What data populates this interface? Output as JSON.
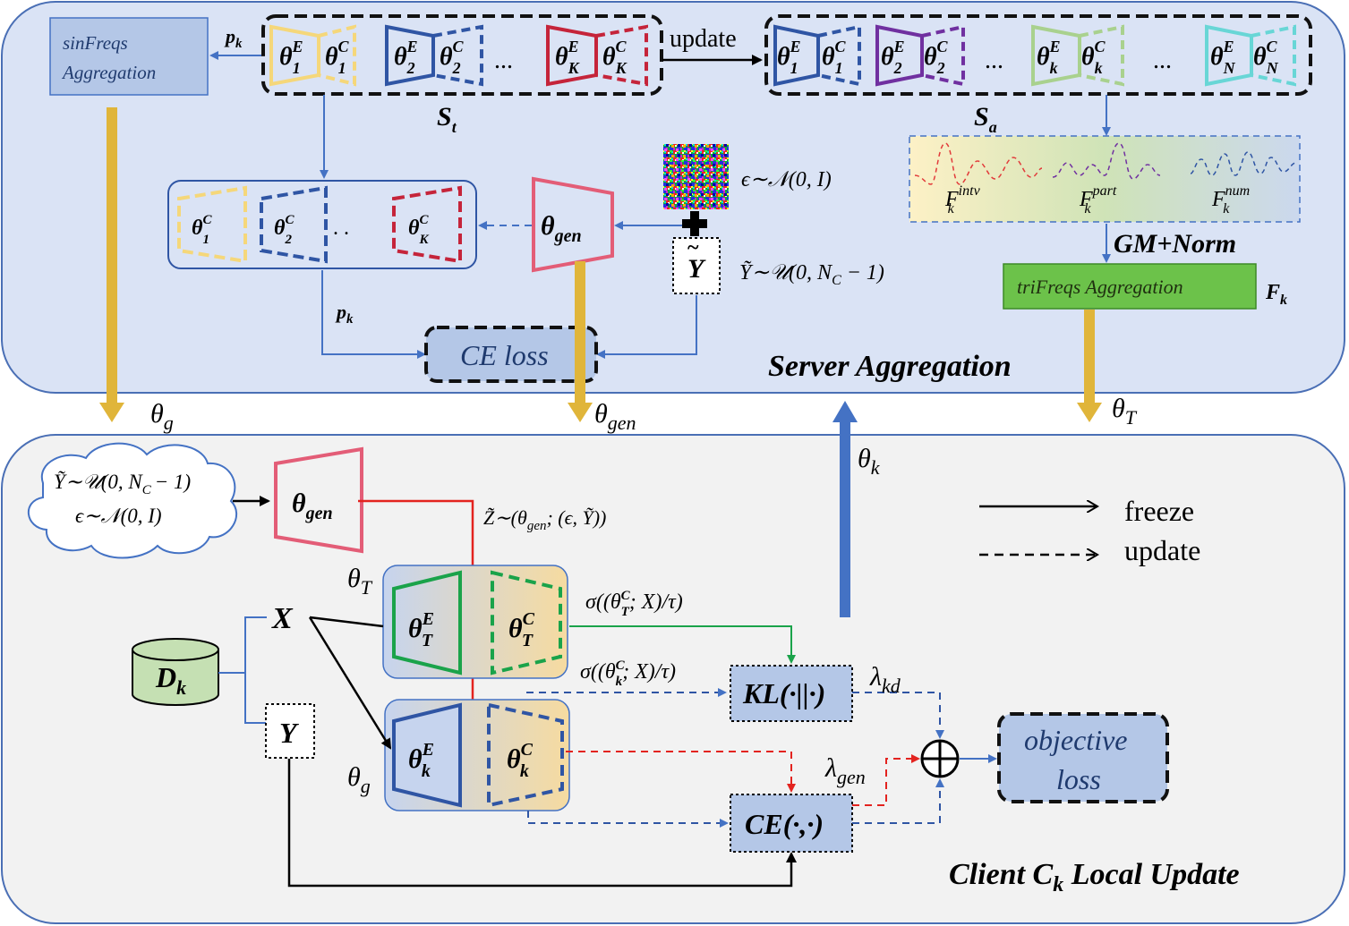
{
  "server": {
    "title": "Server Aggregation",
    "sin_freqs_label_1": "sinFreqs",
    "sin_freqs_label_2": "Aggregation",
    "p_k": "p",
    "p_k_sub": "k",
    "set_t": "S",
    "set_t_sub": "t",
    "set_a": "S",
    "set_a_sub": "a",
    "update": "update",
    "dots": "...",
    "theta_gen": "θ",
    "theta_gen_sub": "gen",
    "noise_eq": "ϵ∼𝒩(0, I)",
    "y_tilde": "Y",
    "y_eq": "Ỹ∼𝒰(0, N",
    "y_eq_sub": "C",
    "y_eq_tail": "− 1)",
    "ce_loss": "CE loss",
    "gm_norm": "GM+Norm",
    "tri_freqs": "triFreqs Aggregation",
    "f_k": "F",
    "f_k_sub": "k",
    "freq_intv": "intv",
    "freq_part": "part",
    "freq_num": "num",
    "classifier_dots": ".   ."
  },
  "transfer": {
    "theta_g": "θ",
    "theta_g_sub": "g",
    "theta_gen": "θ",
    "theta_gen_sub": "gen",
    "theta_T": "θ",
    "theta_T_sub": "T",
    "theta_k": "θ",
    "theta_k_sub": "k"
  },
  "client": {
    "title_a": "Client C",
    "title_sub": "k",
    "title_b": " Local Update",
    "cloud_line1": "Ỹ∼𝒰(0, N",
    "cloud_line1_sub": "C",
    "cloud_line1_tail": "− 1)",
    "cloud_line2": "ϵ∼𝒩(0, I)",
    "z_eq": "Z̃∼(θ",
    "z_eq_sub": "gen",
    "z_eq_tail": "; (ϵ, Ỹ))",
    "x": "X",
    "y": "Y",
    "d_k": "D",
    "d_k_sub": "k",
    "sigma_T": "σ((θ",
    "sigma_T_sub": "T",
    "sigma_T_tail": "; X)/τ)",
    "sigma_k": "σ((θ",
    "sigma_k_sub": "k",
    "sigma_k_tail": "; X)/τ)",
    "kl": "KL(·||·)",
    "ce": "CE(·,·)",
    "lambda_kd": "λ",
    "lambda_kd_sub": "kd",
    "lambda_gen": "λ",
    "lambda_gen_sub": "gen",
    "objective_1": "objective",
    "objective_2": "loss",
    "theta_T_label": "θ",
    "theta_T_label_sub": "T",
    "theta_g_label": "θ",
    "theta_g_label_sub": "g"
  },
  "legend": {
    "freeze": "freeze",
    "update": "update"
  },
  "symbols": {
    "E": "E",
    "C": "C",
    "theta": "θ",
    "one": "1",
    "two": "2",
    "K": "K",
    "k": "k",
    "N": "N",
    "T": "T"
  },
  "colors": {
    "server_bg": "#dae3f5",
    "client_bg": "#f2f2f2",
    "gold_arrow": "#e0b53a",
    "blue_line": "#4472c4",
    "red_line": "#e3231f",
    "green_line": "#1aa34a",
    "yellow_model": "#f5d77a",
    "blue_model": "#2f55a4",
    "red_model": "#c5243a",
    "purple_model": "#7030a0",
    "lightgreen_model": "#a9d18e",
    "cyan_model": "#68d6d6",
    "gen_pink": "#e35d77",
    "tri_green": "#6cc24a"
  }
}
